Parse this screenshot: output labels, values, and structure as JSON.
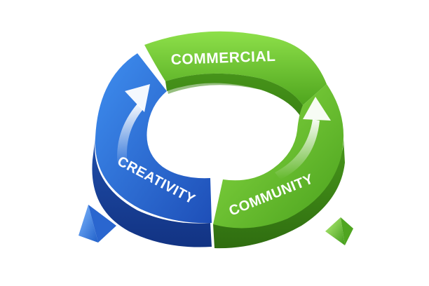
{
  "diagram": {
    "segments": [
      {
        "id": "commercial",
        "label": "COMMERCIAL",
        "color": "#6cc52f"
      },
      {
        "id": "community",
        "label": "COMMUNITY",
        "color": "#62bc2c"
      },
      {
        "id": "creativity",
        "label": "CREATIVITY",
        "color": "#2f6fd6"
      }
    ],
    "decorations": {
      "left_gem_color": "#3f86e6",
      "right_gem_color": "#7ccf3c"
    }
  }
}
